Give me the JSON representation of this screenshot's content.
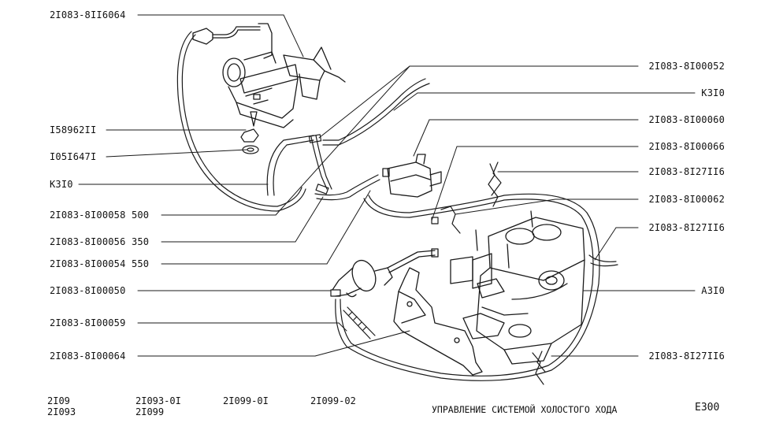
{
  "labels_left": [
    "2I083-8II6064",
    "I58962II",
    "I05I647I",
    "K3I0",
    "2I083-8I00058 500",
    "2I083-8I00056 350",
    "2I083-8I00054 550",
    "2I083-8I00050",
    "2I083-8I00059",
    "2I083-8I00064"
  ],
  "labels_right": [
    "2I083-8I00052",
    "K3I0",
    "2I083-8I00060",
    "2I083-8I00066",
    "2I083-8I27II6",
    "2I083-8I00062",
    "2I083-8I27II6",
    "A3I0",
    "2I083-8I27II6"
  ],
  "footer": {
    "models": [
      {
        "line1": "2I09",
        "line2": "2I093"
      },
      {
        "line1": "2I093-0I",
        "line2": "2I099"
      },
      {
        "line1": "2I099-0I",
        "line2": ""
      },
      {
        "line1": "2I099-02",
        "line2": ""
      }
    ],
    "caption": "УПРАВЛЕНИЕ СИСТЕМОЙ ХОЛОСТОГО ХОДА",
    "sheet_code": "E300"
  }
}
